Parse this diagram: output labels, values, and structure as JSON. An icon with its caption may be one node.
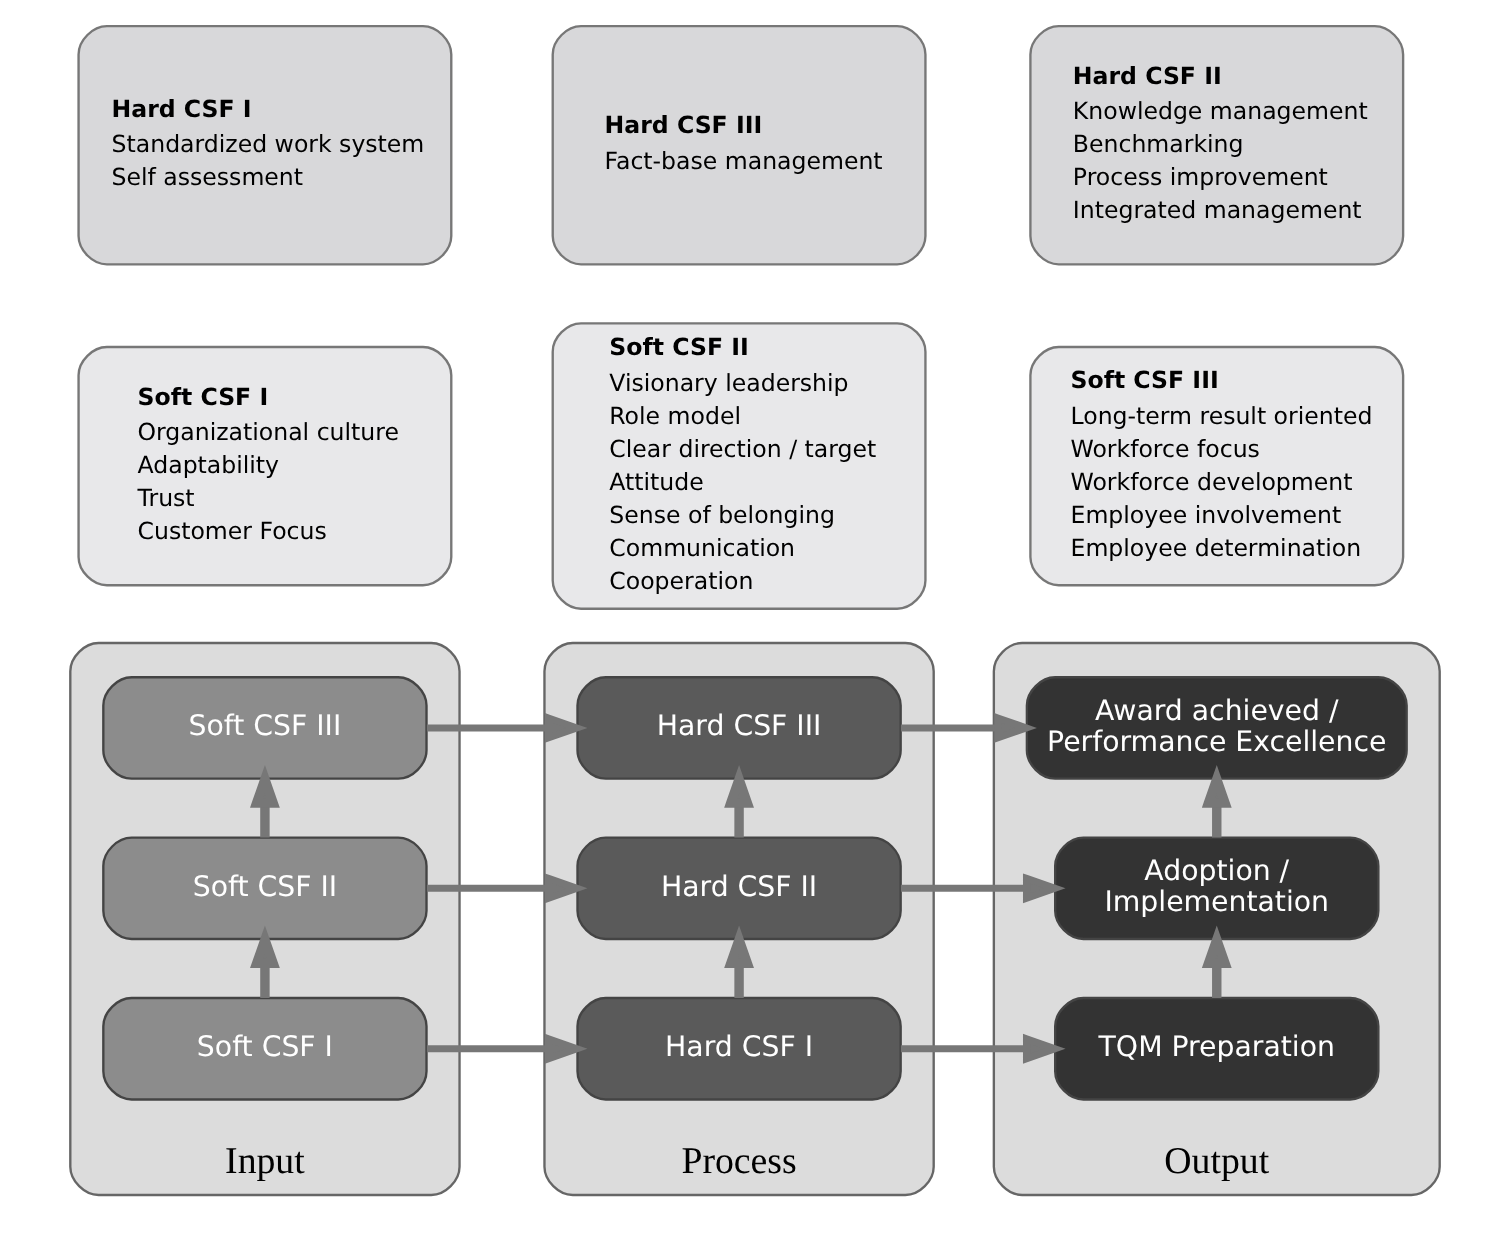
{
  "diagram": {
    "nodes": [
      {
        "text": [
          "Input"
        ]
      },
      {
        "text": [
          "Soft CSF III"
        ],
        "in": 0
      },
      {
        "text": [
          "Soft CSF II"
        ],
        "in": 0
      },
      {
        "text": [
          "Soft CSF I"
        ],
        "in": 0
      },
      {
        "text": [
          "Process"
        ]
      },
      {
        "text": [
          "Hard CSF III"
        ],
        "in": 4
      },
      {
        "text": [
          "Hard CSF II"
        ],
        "in": 4
      },
      {
        "text": [
          "Hard CSF I"
        ],
        "in": 4
      },
      {
        "text": [
          "Output"
        ]
      },
      {
        "text": [
          "Award achieved / Performance Excellence"
        ],
        "in": 8
      },
      {
        "text": [
          "Adoption / Implementation"
        ],
        "in": 8
      },
      {
        "text": [
          "TQM Preparation"
        ],
        "in": 8
      },
      {
        "text": [
          "Soft CSF I",
          "Organizational culture",
          "Adaptability",
          "Trust",
          "Customer Focus"
        ]
      },
      {
        "text": [
          "Soft CSF II",
          "Visionary leadership",
          "Role model",
          "Clear direction / target",
          "Attitude",
          "Sense of belonging",
          "Communication",
          "Cooperation"
        ]
      },
      {
        "text": [
          "Soft CSF III",
          "Long-term result oriented",
          "Workforce focus",
          "Workforce development",
          "Employee involvement",
          "Employee determination"
        ]
      },
      {
        "text": [
          "Hard CSF I",
          "Standardized work system",
          "Self assessment"
        ]
      },
      {
        "text": [
          "Hard CSF III",
          "Fact-base management"
        ]
      },
      {
        "text": [
          "Hard CSF II",
          "Knowledge management",
          "Benchmarking",
          "Process improvement",
          "Integrated management"
        ]
      }
    ],
    "edges": [
      {
        "from": 3,
        "to": 2,
        "arrow": "to"
      },
      {
        "from": 2,
        "to": 1,
        "arrow": "to"
      },
      {
        "from": 7,
        "to": 6,
        "arrow": "to"
      },
      {
        "from": 6,
        "to": 5,
        "arrow": "to"
      },
      {
        "from": 11,
        "to": 10,
        "arrow": "to"
      },
      {
        "from": 10,
        "to": 9,
        "arrow": "to"
      },
      {
        "from": 1,
        "to": 5,
        "arrow": "to"
      },
      {
        "from": 2,
        "to": 6,
        "arrow": "to"
      },
      {
        "from": 3,
        "to": 7,
        "arrow": "to"
      },
      {
        "from": 5,
        "to": 9,
        "arrow": "to"
      },
      {
        "from": 6,
        "to": 10,
        "arrow": "to"
      },
      {
        "from": 7,
        "to": 11,
        "arrow": "to"
      }
    ]
  }
}
